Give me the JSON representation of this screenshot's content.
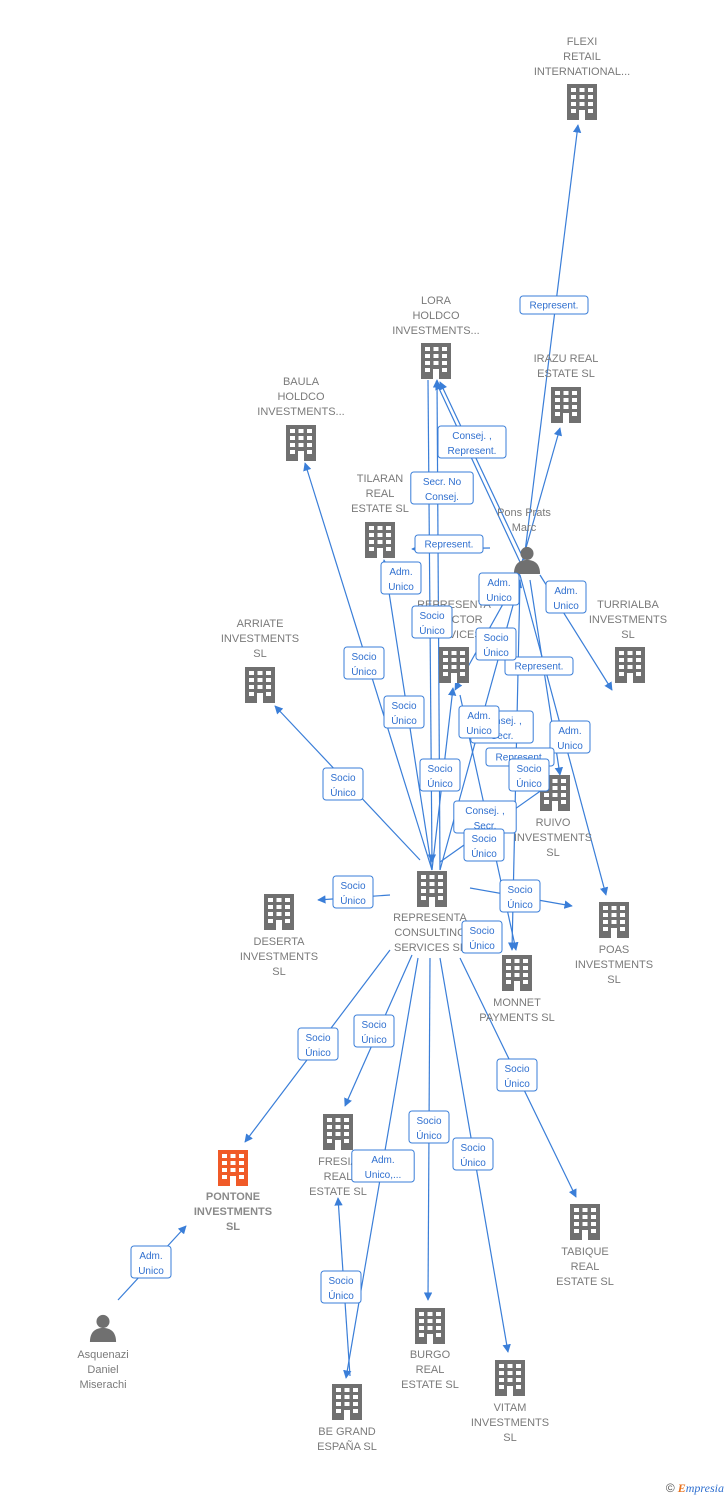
{
  "colors": {
    "edge": "#3a7ed8",
    "node": "#707070",
    "highlight": "#f05a28",
    "label": "#7a7a7a",
    "box_border": "#3a7ed8",
    "box_text": "#2f6fcf"
  },
  "nodes": [
    {
      "id": "flexi",
      "kind": "company",
      "lines": [
        "FLEXI",
        "RETAIL",
        "INTERNATIONAL..."
      ]
    },
    {
      "id": "lora",
      "kind": "company",
      "lines": [
        "LORA",
        "HOLDCO",
        "INVESTMENTS..."
      ]
    },
    {
      "id": "irazu",
      "kind": "company",
      "lines": [
        "IRAZU REAL",
        "ESTATE  SL"
      ]
    },
    {
      "id": "baula",
      "kind": "company",
      "lines": [
        "BAULA",
        "HOLDCO",
        "INVESTMENTS..."
      ]
    },
    {
      "id": "tilaran",
      "kind": "company",
      "lines": [
        "TILARAN",
        "REAL",
        "ESTATE  SL"
      ]
    },
    {
      "id": "pons",
      "kind": "person",
      "lines": [
        "Pons Prats",
        "Marc"
      ]
    },
    {
      "id": "representa_dir",
      "kind": "company",
      "lines": [
        "REPRESENTA",
        "DIRECTOR",
        "SERVICES"
      ]
    },
    {
      "id": "turrialba",
      "kind": "company",
      "lines": [
        "TURRIALBA",
        "INVESTMENTS",
        "SL"
      ]
    },
    {
      "id": "arriate",
      "kind": "company",
      "lines": [
        "ARRIATE",
        "INVESTMENTS",
        "SL"
      ]
    },
    {
      "id": "ruivo",
      "kind": "company",
      "lines": [
        "RUIVO",
        "INVESTMENTS",
        "SL"
      ]
    },
    {
      "id": "representa_cons",
      "kind": "company",
      "lines": [
        "REPRESENTA",
        "CONSULTING",
        "SERVICES  SL"
      ]
    },
    {
      "id": "deserta",
      "kind": "company",
      "lines": [
        "DESERTA",
        "INVESTMENTS",
        "SL"
      ]
    },
    {
      "id": "poas",
      "kind": "company",
      "lines": [
        "POAS",
        "INVESTMENTS",
        "SL"
      ]
    },
    {
      "id": "monnet",
      "kind": "company",
      "lines": [
        "MONNET",
        "PAYMENTS  SL"
      ]
    },
    {
      "id": "pontone",
      "kind": "company-highlight",
      "lines": [
        "PONTONE",
        "INVESTMENTS",
        "SL"
      ]
    },
    {
      "id": "fresia",
      "kind": "company",
      "lines": [
        "FRESIA",
        "REAL",
        "ESTATE  SL"
      ]
    },
    {
      "id": "tabique",
      "kind": "company",
      "lines": [
        "TABIQUE",
        "REAL",
        "ESTATE  SL"
      ]
    },
    {
      "id": "asquenazi",
      "kind": "person",
      "lines": [
        "Asquenazi",
        "Daniel",
        "Miserachi"
      ]
    },
    {
      "id": "burgo",
      "kind": "company",
      "lines": [
        "BURGO",
        "REAL",
        "ESTATE  SL"
      ]
    },
    {
      "id": "vitam",
      "kind": "company",
      "lines": [
        "VITAM",
        "INVESTMENTS",
        "SL"
      ]
    },
    {
      "id": "begrand",
      "kind": "company",
      "lines": [
        "BE GRAND",
        "ESPAÑA  SL"
      ]
    }
  ],
  "edge_labels": [
    [
      "Represent."
    ],
    [
      "Consej. ,",
      "Represent."
    ],
    [
      "Secr.  No",
      "Consej."
    ],
    [
      "Represent."
    ],
    [
      "Adm.",
      "Unico"
    ],
    [
      "Adm.",
      "Unico"
    ],
    [
      "Socio",
      "Único"
    ],
    [
      "Adm.",
      "Unico"
    ],
    [
      "Socio",
      "Único"
    ],
    [
      "Represent."
    ],
    [
      "Socio",
      "Único"
    ],
    [
      "Socio",
      "Único"
    ],
    [
      "Adm.",
      "Unico"
    ],
    [
      "Consej. ,",
      "Secr."
    ],
    [
      "Adm.",
      "Unico"
    ],
    [
      "Socio",
      "Único"
    ],
    [
      "Represent."
    ],
    [
      "Socio",
      "Único"
    ],
    [
      "Socio",
      "Único"
    ],
    [
      "Consej. ,",
      "Secr."
    ],
    [
      "Socio",
      "Único"
    ],
    [
      "Socio",
      "Único"
    ],
    [
      "Socio",
      "Único"
    ],
    [
      "Socio",
      "Único"
    ],
    [
      "Socio",
      "Único"
    ],
    [
      "Socio",
      "Único"
    ],
    [
      "Socio",
      "Único"
    ],
    [
      "Socio",
      "Único"
    ],
    [
      "Socio",
      "Único"
    ],
    [
      "Adm.",
      "Unico,..."
    ],
    [
      "Adm.",
      "Unico"
    ],
    [
      "Socio",
      "Único"
    ]
  ],
  "footer": {
    "copyright": "©",
    "brand_first": "E",
    "brand_rest": "mpresia"
  }
}
